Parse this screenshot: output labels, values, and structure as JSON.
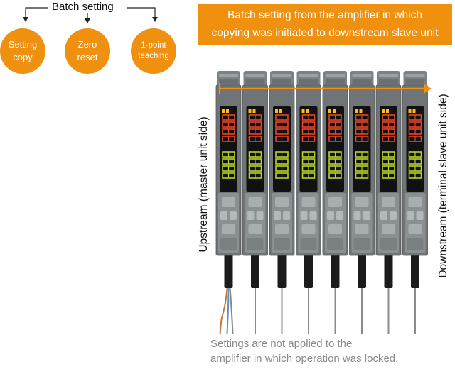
{
  "batch_label": "Batch setting",
  "circles": [
    {
      "label": "Setting\ncopy"
    },
    {
      "label": "Zero\nreset"
    },
    {
      "label": "1-point\nteaching"
    }
  ],
  "banner": {
    "line1": "Batch setting from the amplifier in which",
    "line2": "copying was initiated to downstream slave unit"
  },
  "upstream_label": "Upstream (master unit side)",
  "downstream_label": "Downstream (terminal slave unit side)",
  "amplifier_count": 8,
  "note": {
    "line1": "Settings are not applied to the",
    "line2": "amplifier in which operation was locked."
  },
  "colors": {
    "accent": "#f0900f",
    "display_red": "#e8452a",
    "display_green": "#b7d42a"
  }
}
